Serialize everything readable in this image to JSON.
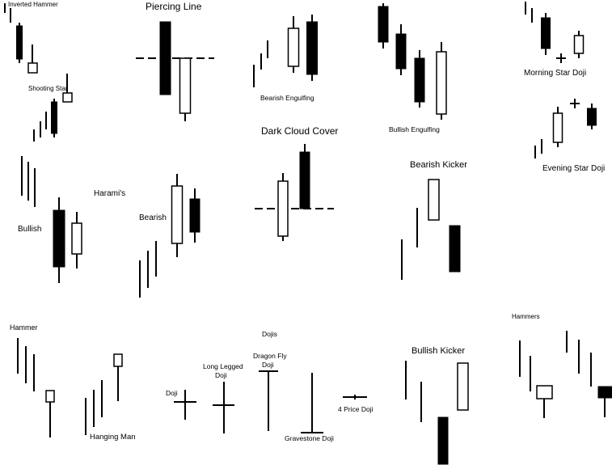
{
  "labels": {
    "inverted_hammer": "Inverted Hammer",
    "shooting_star": "Shooting Star",
    "piercing_line": "Piercing Line",
    "bearish_engulfing": "Bearish Engulfing",
    "bullish_engulfing": "Bullish Engulfing",
    "morning_star_doji": "Morning Star Doji",
    "evening_star_doji": "Evening Star Doji",
    "dark_cloud_cover": "Dark Cloud Cover",
    "bearish_kicker": "Bearish Kicker",
    "haramis": "Harami's",
    "bullish": "Bullish",
    "bearish": "Bearish",
    "hammer": "Hammer",
    "hanging_man": "Hanging Man",
    "dojis": "Dojis",
    "doji": "Doji",
    "long_legged_doji_1": "Long Legged",
    "long_legged_doji_2": "Doji",
    "dragon_fly_doji_1": "Dragon Fly",
    "dragon_fly_doji_2": "Doji",
    "gravestone_doji": "Gravestone Doji",
    "four_price_doji": "4 Price Doji",
    "bullish_kicker": "Bullish Kicker",
    "hammers": "Hammers"
  },
  "colors": {
    "ink": "#000000",
    "paper": "#ffffff"
  }
}
